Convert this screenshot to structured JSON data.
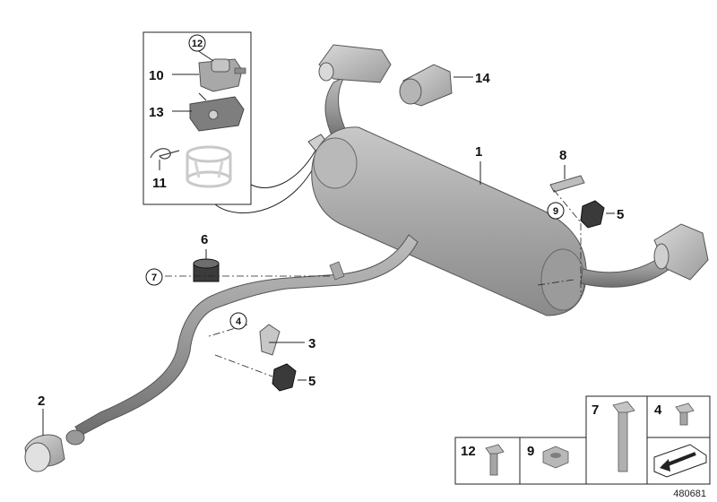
{
  "callouts": {
    "c1": "1",
    "c2": "2",
    "c3": "3",
    "c4": "4",
    "c5a": "5",
    "c5b": "5",
    "c6": "6",
    "c7": "7",
    "c8": "8",
    "c9": "9",
    "c10": "10",
    "c11": "11",
    "c12": "12",
    "c13": "13",
    "c14": "14"
  },
  "table": {
    "cell_7": "7",
    "cell_4": "4",
    "cell_12": "12",
    "cell_9": "9"
  },
  "diagram_ref": "480681",
  "colors": {
    "part_fill": "#a9a9a9",
    "part_dark": "#7d7d7d",
    "part_light": "#d2d2d2",
    "line": "#222222"
  }
}
